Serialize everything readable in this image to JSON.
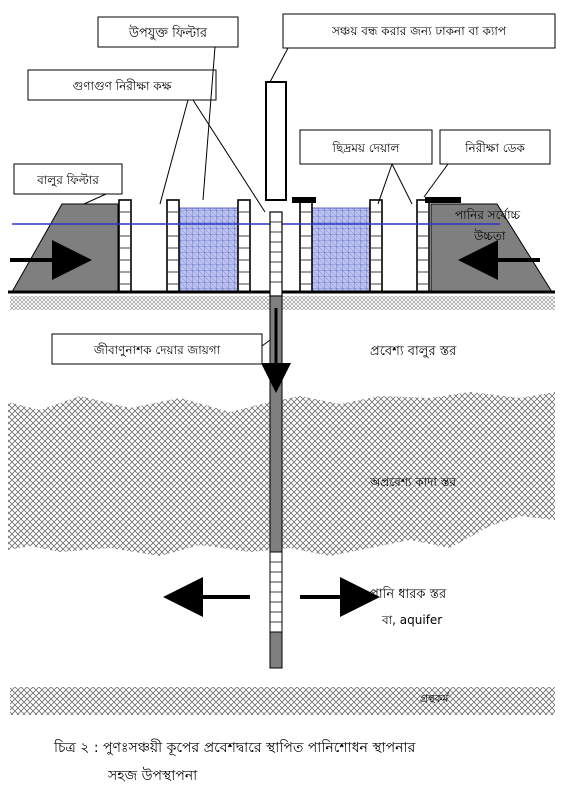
{
  "labels": {
    "suitable_filter": "উপযুক্ত ফিল্টার",
    "storage_cap": "সঞ্চয় বন্ধ করার জন্য ঢাকনা বা ক্যাপ",
    "inspection_chamber": "গুণাগুণ নিরীক্ষা কক্ষ",
    "perforated_wall": "ছিদ্রময় দেয়াল",
    "inspection_deck": "নিরীক্ষা ডেক",
    "sand_filter": "বালুর ফিল্টার",
    "max_water_level_1": "পানির সর্বোচ্চ",
    "max_water_level_2": "উচ্চতা",
    "disinfectant_place": "জীবাণুনাশক দেয়ার জায়গা",
    "permeable_sand": "প্রবেশ্য বালুর স্তর",
    "impermeable_clay": "অপ্রবেশ্য কাদা স্তর",
    "aquifer_1": "পানি ধারক স্তর",
    "aquifer_2": "বা, aquifer",
    "watermark": "গ্রন্থকর্ম"
  },
  "caption": {
    "line1": "চিত্র ২ : পুণঃসঞ্চয়ী কূপের প্রবেশদ্বারে স্থাপিত পানিশোধন স্থাপনার",
    "line2": "সহজ উপস্থাপনা"
  },
  "colors": {
    "embankment": "#7f7f7f",
    "filter_fill": "#bcc3ee",
    "water_line": "#2a35c8",
    "hatch": "#555555"
  }
}
